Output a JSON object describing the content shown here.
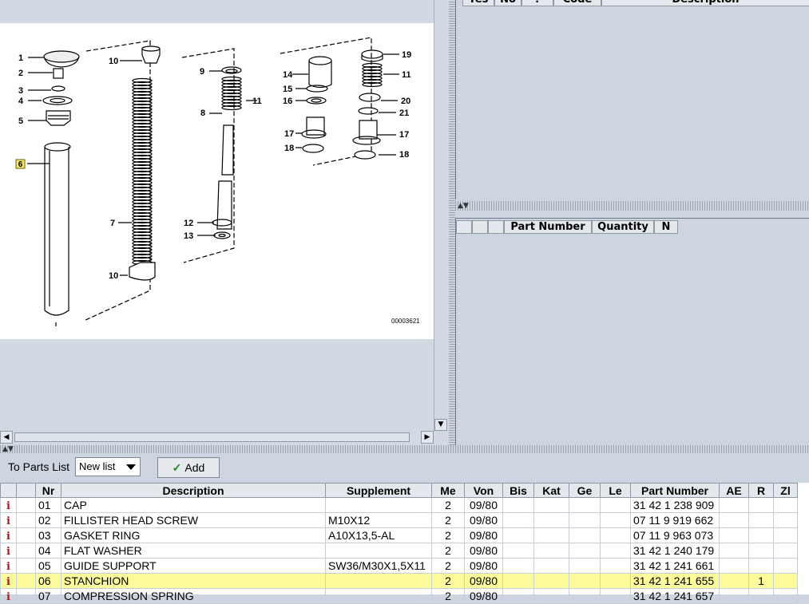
{
  "diagram": {
    "callouts": [
      "1",
      "2",
      "3",
      "4",
      "5",
      "6",
      "7",
      "8",
      "9",
      "10",
      "10",
      "11",
      "11",
      "12",
      "13",
      "14",
      "15",
      "16",
      "17",
      "17",
      "18",
      "18",
      "19",
      "20",
      "21"
    ],
    "image_code": "00003621",
    "highlighted_callout": "6"
  },
  "upper_table": {
    "columns": [
      "Yes",
      "No",
      "?",
      "Code",
      "Description"
    ]
  },
  "parts_list_panel": {
    "columns": [
      "",
      "",
      "",
      "Part Number",
      "Quantity",
      "N"
    ]
  },
  "toolbar": {
    "to_parts_list_label": "To Parts List",
    "list_select_value": "New list",
    "add_label": "Add"
  },
  "parts_table": {
    "columns": [
      "",
      "",
      "Nr",
      "Description",
      "Supplement",
      "Me",
      "Von",
      "Bis",
      "Kat",
      "Ge",
      "Le",
      "Part Number",
      "AE",
      "R",
      "Zl"
    ],
    "rows": [
      {
        "nr": "01",
        "description": "CAP",
        "supplement": "",
        "me": "2",
        "von": "09/80",
        "bis": "",
        "kat": "",
        "ge": "",
        "le": "",
        "part_number": "31 42 1 238 909",
        "ae": "",
        "r": "",
        "zl": ""
      },
      {
        "nr": "02",
        "description": "FILLISTER HEAD SCREW",
        "supplement": "M10X12",
        "me": "2",
        "von": "09/80",
        "bis": "",
        "kat": "",
        "ge": "",
        "le": "",
        "part_number": "07 11 9 919 662",
        "ae": "",
        "r": "",
        "zl": ""
      },
      {
        "nr": "03",
        "description": "GASKET RING",
        "supplement": "A10X13,5-AL",
        "me": "2",
        "von": "09/80",
        "bis": "",
        "kat": "",
        "ge": "",
        "le": "",
        "part_number": "07 11 9 963 073",
        "ae": "",
        "r": "",
        "zl": ""
      },
      {
        "nr": "04",
        "description": "FLAT WASHER",
        "supplement": "",
        "me": "2",
        "von": "09/80",
        "bis": "",
        "kat": "",
        "ge": "",
        "le": "",
        "part_number": "31 42 1 240 179",
        "ae": "",
        "r": "",
        "zl": ""
      },
      {
        "nr": "05",
        "description": "GUIDE SUPPORT",
        "supplement": "SW36/M30X1,5X11",
        "me": "2",
        "von": "09/80",
        "bis": "",
        "kat": "",
        "ge": "",
        "le": "",
        "part_number": "31 42 1 241 661",
        "ae": "",
        "r": "",
        "zl": ""
      },
      {
        "nr": "06",
        "description": "STANCHION",
        "supplement": "",
        "me": "2",
        "von": "09/80",
        "bis": "",
        "kat": "",
        "ge": "",
        "le": "",
        "part_number": "31 42 1 241 655",
        "ae": "",
        "r": "1",
        "zl": ""
      },
      {
        "nr": "07",
        "description": "COMPRESSION SPRING",
        "supplement": "",
        "me": "2",
        "von": "09/80",
        "bis": "",
        "kat": "",
        "ge": "",
        "le": "",
        "part_number": "31 42 1 241 657",
        "ae": "",
        "r": "",
        "zl": ""
      }
    ],
    "selected_row": 5
  }
}
